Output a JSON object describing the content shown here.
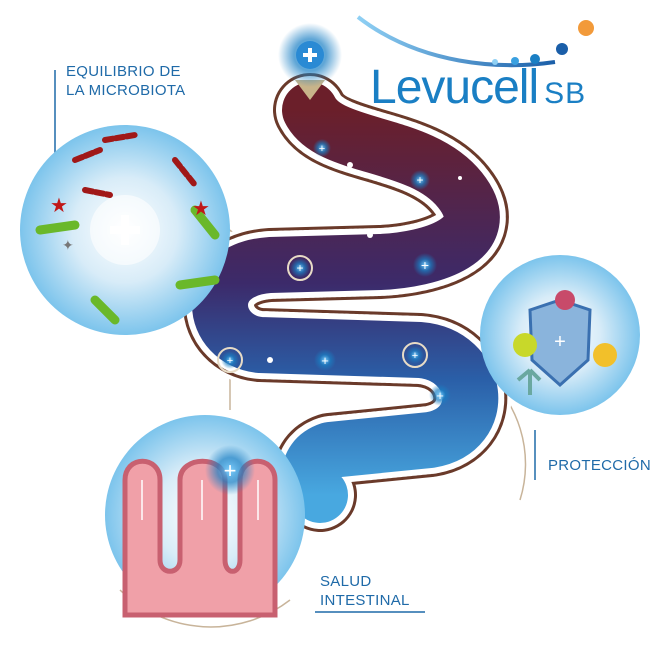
{
  "brand": {
    "name": "Levucell",
    "suffix": "SB"
  },
  "labels": {
    "microbiota": [
      "EQUILIBRIO DE",
      "LA MICROBIOTA"
    ],
    "protection": "PROTECCIÓN",
    "intestinal": [
      "SALUD",
      "INTESTINAL"
    ]
  },
  "colors": {
    "label": "#1f6aa8",
    "brand": "#1a7fc4",
    "gut_top": "#6b1f2a",
    "gut_bottom": "#3a9ad8",
    "accent_orange": "#f29a3a"
  }
}
